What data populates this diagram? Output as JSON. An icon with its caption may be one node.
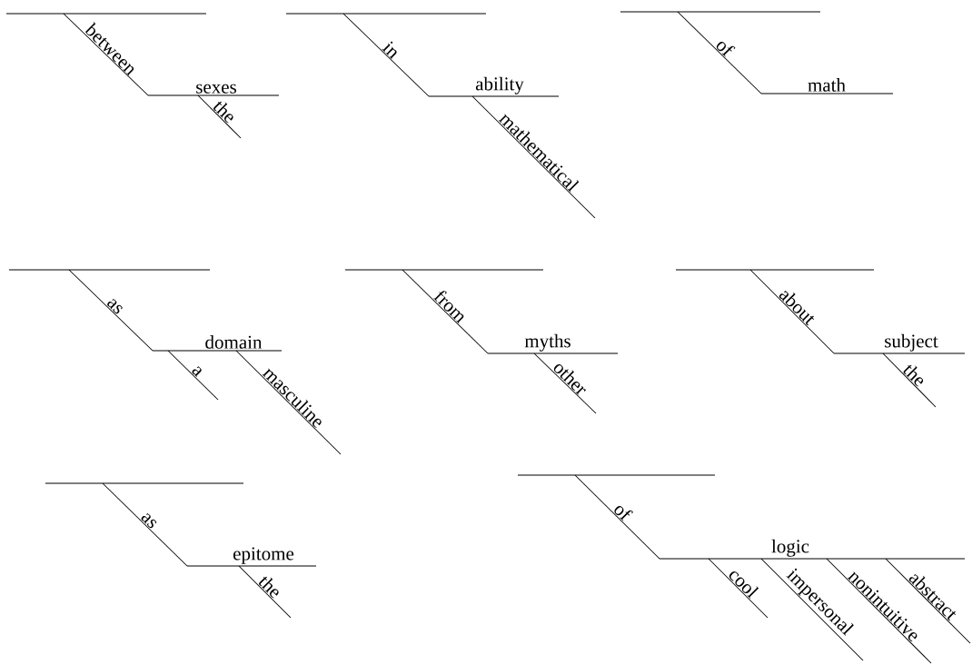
{
  "diagram": {
    "labels": [
      "between",
      "sexes",
      "the",
      "in",
      "ability",
      "mathematical",
      "of",
      "math",
      "as",
      "domain",
      "a",
      "masculine",
      "from",
      "myths",
      "other",
      "about",
      "subject",
      "the",
      "as",
      "epitome",
      "the",
      "of",
      "logic",
      "cool",
      "impersonal",
      "nonintuitive",
      "abstract"
    ]
  }
}
